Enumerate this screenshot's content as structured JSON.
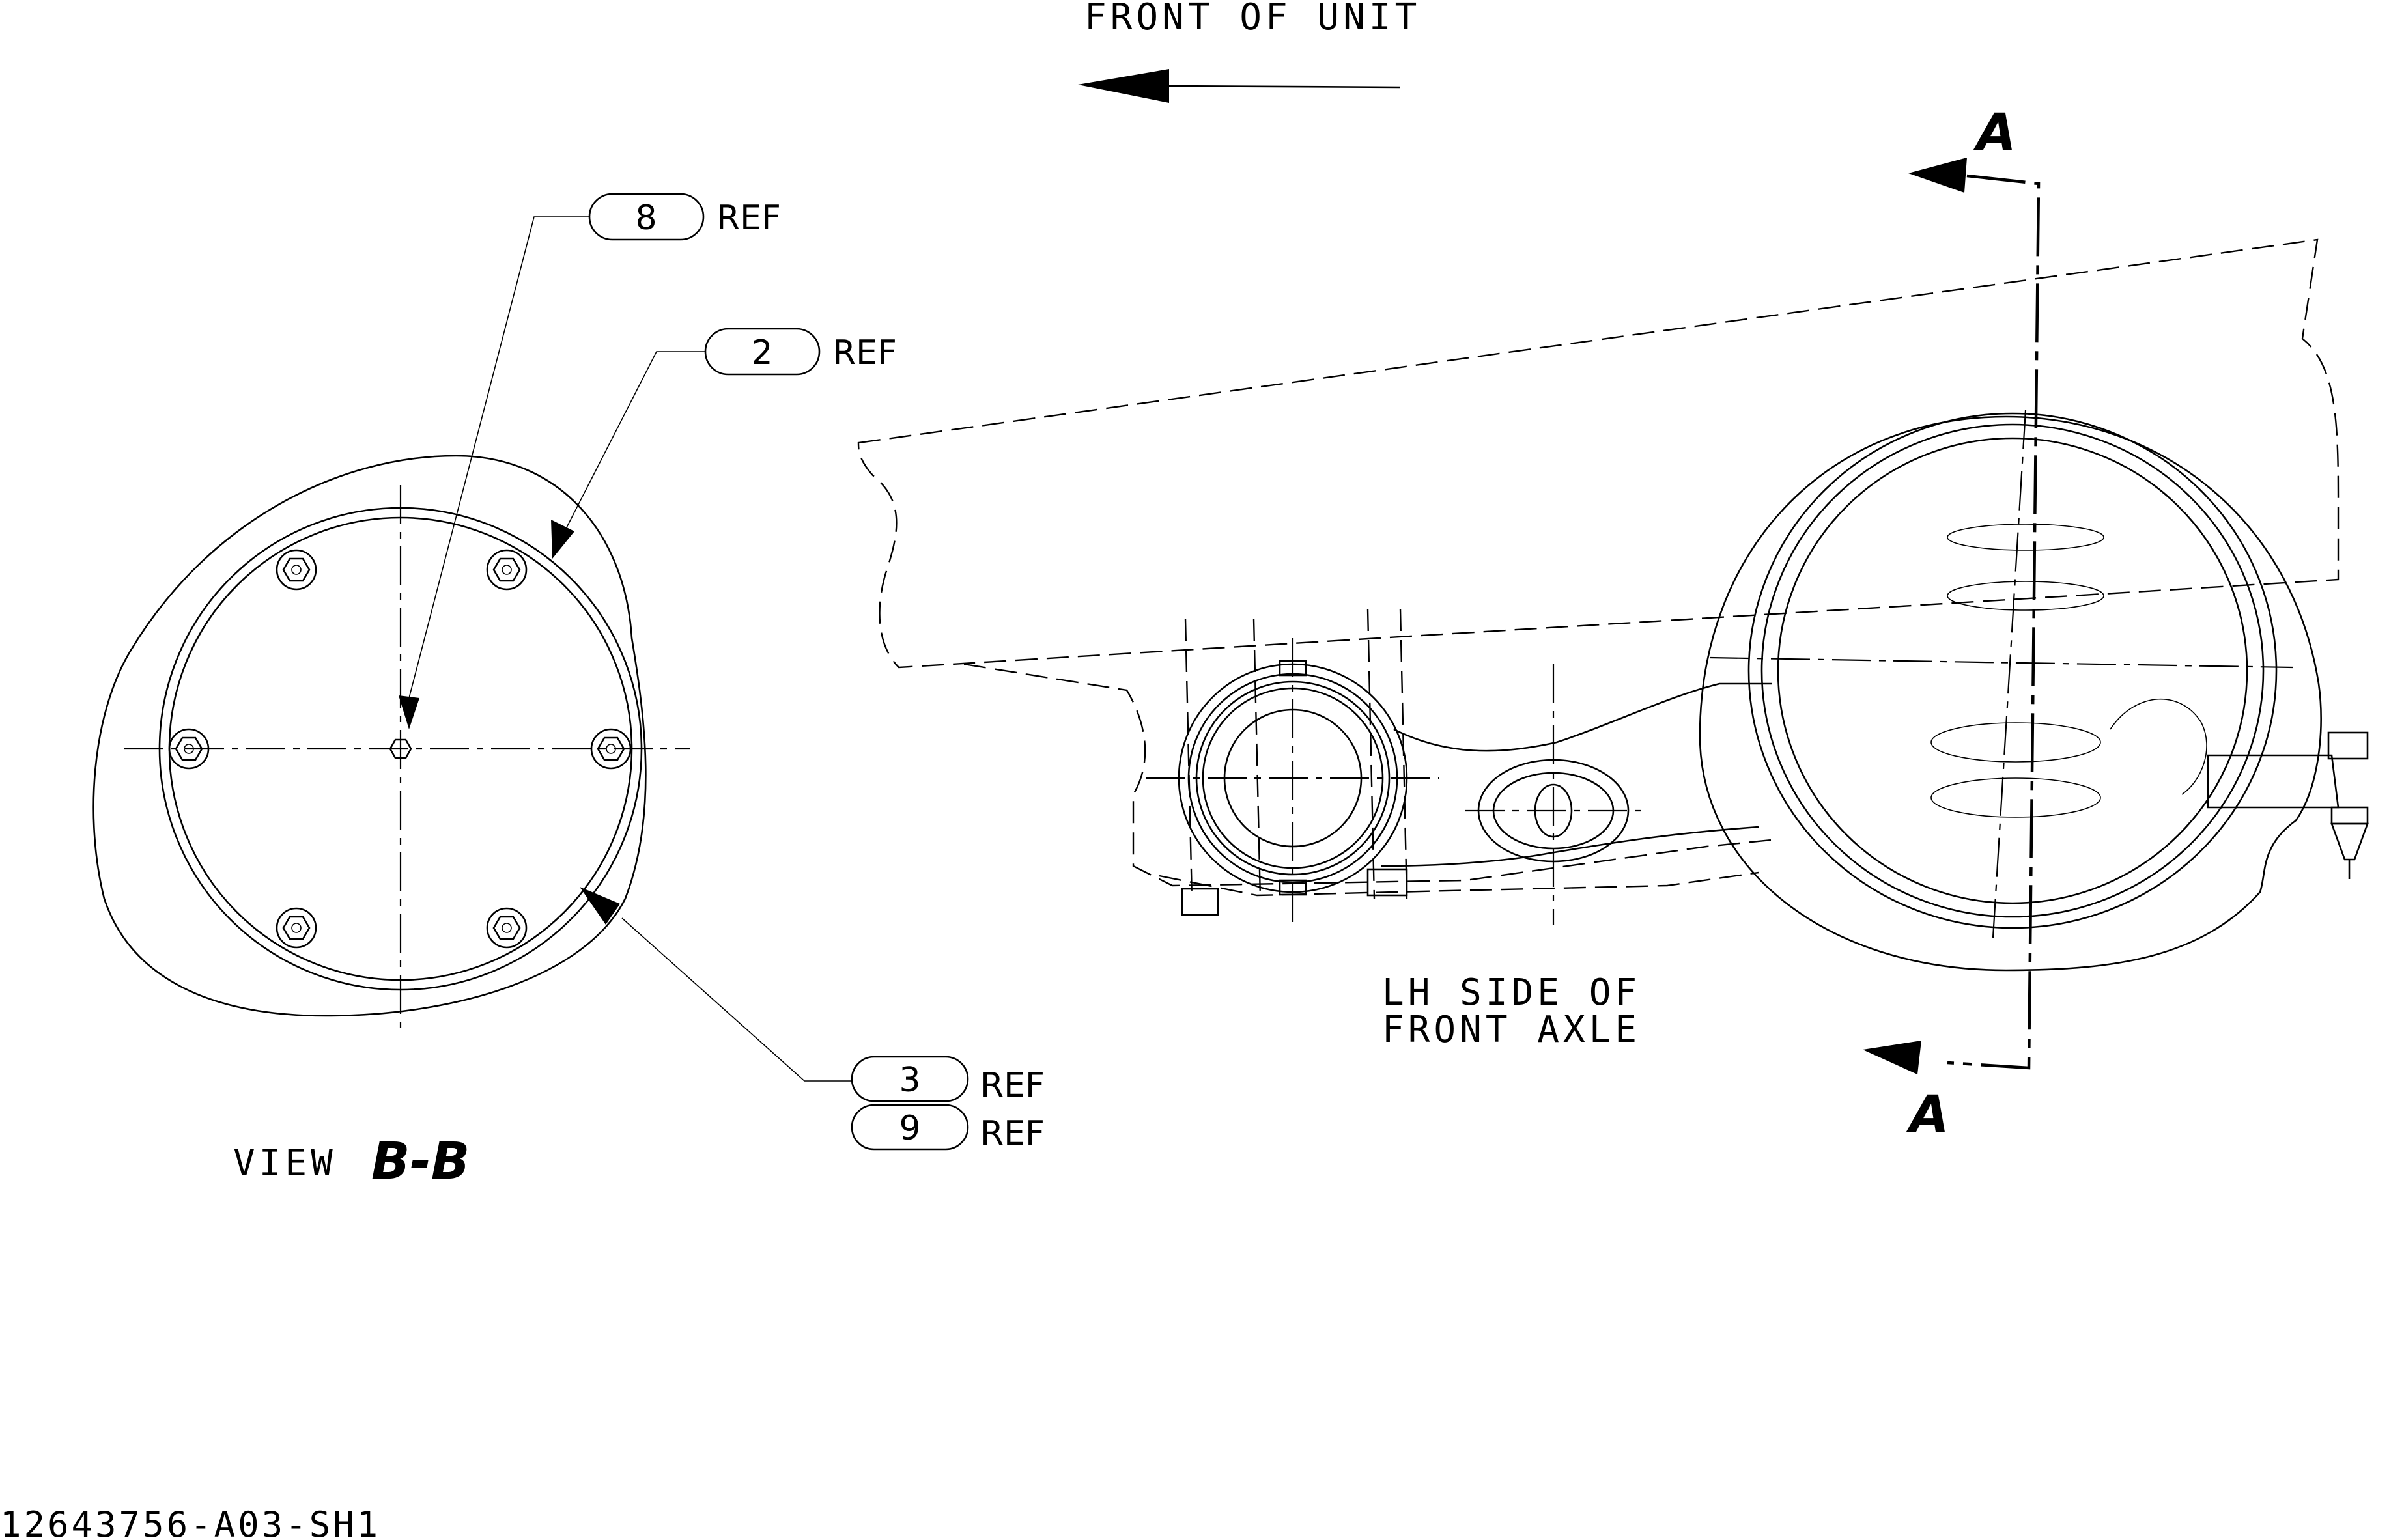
{
  "header": {
    "direction_text": "FRONT OF UNIT"
  },
  "callouts": [
    {
      "number": "8",
      "suffix": "REF"
    },
    {
      "number": "2",
      "suffix": "REF"
    },
    {
      "number": "3",
      "suffix": "REF"
    },
    {
      "number": "9",
      "suffix": "REF"
    }
  ],
  "views": {
    "view_label": "VIEW",
    "view_id": "B-B",
    "side_label_line1": "LH SIDE OF",
    "side_label_line2": "FRONT AXLE",
    "section_mark_top": "A",
    "section_mark_bottom": "A"
  },
  "footer": {
    "drawing_number": "12643756-A03-SH1"
  }
}
